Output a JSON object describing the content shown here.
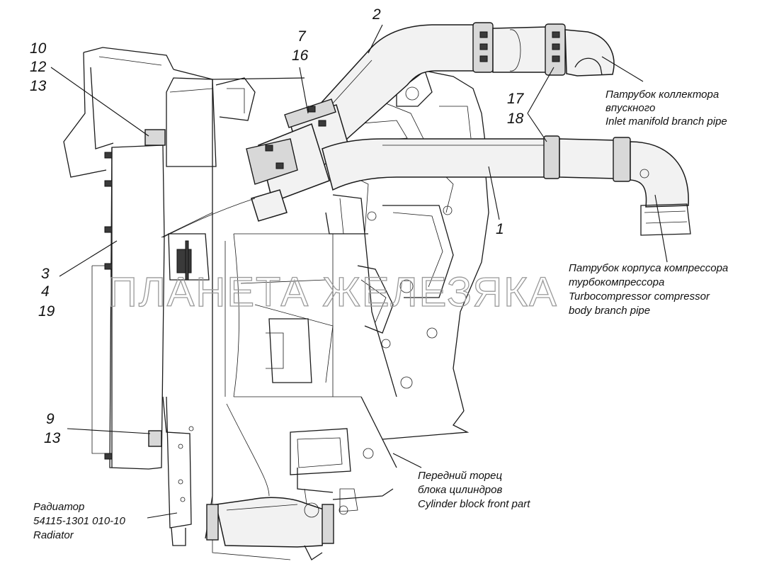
{
  "watermark": "ПЛАНЕТА ЖЕЛЕЗЯКА",
  "callouts": {
    "c10": "10",
    "c12": "12",
    "c13a": "13",
    "c7": "7",
    "c16": "16",
    "c2": "2",
    "c17": "17",
    "c18": "18",
    "c1": "1",
    "c3": "3",
    "c4": "4",
    "c19": "19",
    "c9": "9",
    "c13b": "13"
  },
  "captions": {
    "inlet": [
      "Патрубок коллектора",
      "впускного",
      "Inlet manifold branch pipe"
    ],
    "turbo": [
      "Патрубок корпуса компрессора",
      "турбокомпрессора",
      "Turbocompressor compressor",
      "body branch pipe"
    ],
    "cylinder": [
      "Передний торец",
      "блока цилиндров",
      "Cylinder block front part"
    ],
    "radiator": [
      "Радиатор",
      "54115-1301 010-10",
      "Radiator"
    ]
  }
}
